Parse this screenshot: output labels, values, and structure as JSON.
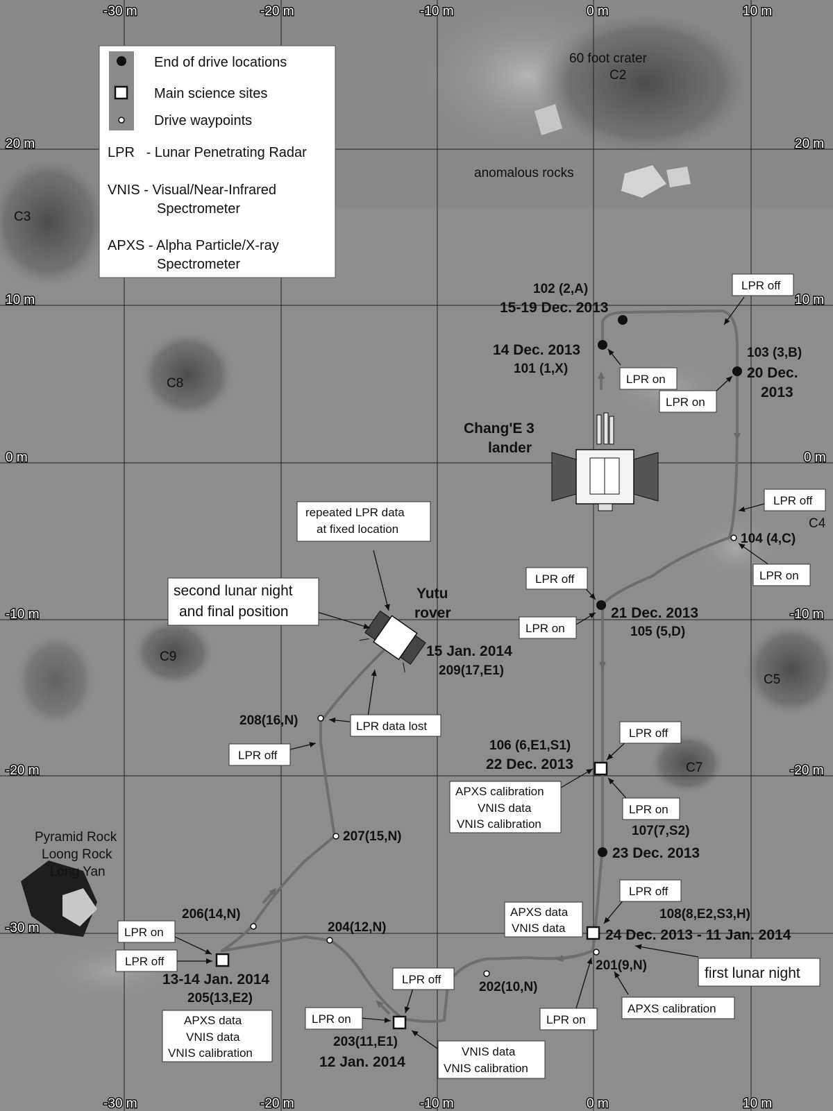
{
  "grid": {
    "x_labels_top": [
      "-30 m",
      "-20 m",
      "-10 m",
      "0 m",
      "10 m"
    ],
    "x_labels_bottom": [
      "-30 m",
      "-20 m",
      "-10 m",
      "0 m",
      "10 m"
    ],
    "y_labels_left": [
      "20 m",
      "10 m",
      "0 m",
      "-10 m",
      "-20 m",
      "-30 m"
    ],
    "y_labels_right": [
      "20 m",
      "10 m",
      "0 m",
      "-10 m",
      "-20 m"
    ]
  },
  "legend": {
    "end_of_drive": "End of drive locations",
    "science_sites": "Main science sites",
    "waypoints": "Drive waypoints",
    "lpr": "LPR   - Lunar Penetrating Radar",
    "vnis_1": "VNIS - Visual/Near-Infrared",
    "vnis_2": "Spectrometer",
    "apxs_1": "APXS - Alpha Particle/X-ray",
    "apxs_2": "Spectrometer"
  },
  "craters": {
    "c2_line1": "60 foot crater",
    "c2_line2": "C2",
    "c3": "C3",
    "c8": "C8",
    "c9": "C9",
    "c4": "C4",
    "c5": "C5",
    "c7": "C7",
    "anomalous": "anomalous rocks",
    "pyramid_1": "Pyramid Rock",
    "pyramid_2": "Loong Rock",
    "pyramid_3": "Long Yan"
  },
  "lander": {
    "line1": "Chang'E 3",
    "line2": "lander"
  },
  "rover": {
    "line1": "Yutu",
    "line2": "rover"
  },
  "stops": {
    "s101_date": "14 Dec. 2013",
    "s101_id": "101 (1,X)",
    "s102_id": "102 (2,A)",
    "s102_date": "15-19 Dec. 2013",
    "s103_id": "103 (3,B)",
    "s103_date1": "20 Dec.",
    "s103_date2": "2013",
    "s104_id": "104 (4,C)",
    "s105_date": "21 Dec. 2013",
    "s105_id": "105 (5,D)",
    "s106_id": "106 (6,E1,S1)",
    "s106_date": "22 Dec. 2013",
    "s107_id": "107(7,S2)",
    "s107_date": "23 Dec. 2013",
    "s108_id": "108(8,E2,S3,H)",
    "s108_date": "24 Dec. 2013 - 11 Jan. 2014",
    "s201_id": "201(9,N)",
    "s202_id": "202(10,N)",
    "s203_id": "203(11,E1)",
    "s203_date": "12 Jan. 2014",
    "s204_id": "204(12,N)",
    "s205_date": "13-14 Jan. 2014",
    "s205_id": "205(13,E2)",
    "s206_id": "206(14,N)",
    "s207_id": "207(15,N)",
    "s208_id": "208(16,N)",
    "s209_date": "15 Jan. 2014",
    "s209_id": "209(17,E1)"
  },
  "callouts": {
    "lpr_off": "LPR off",
    "lpr_on": "LPR on",
    "lpr_data_lost": "LPR data lost",
    "repeated_1": "repeated LPR data",
    "repeated_2": "at fixed location",
    "second_night_1": "second lunar night",
    "second_night_2": "and final position",
    "first_night": "first lunar night",
    "apxs_calibration": "APXS calibration",
    "apxs_data": "APXS data",
    "vnis_data": "VNIS data",
    "vnis_calibration": "VNIS calibration"
  }
}
